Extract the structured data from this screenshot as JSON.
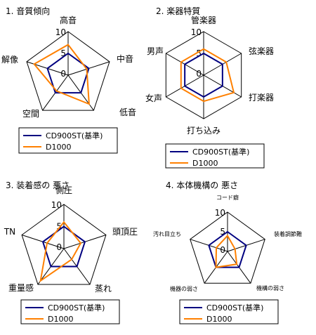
{
  "chart_data": [
    {
      "type": "radar",
      "title": "1. 音質傾向",
      "axes": [
        "高音",
        "中音",
        "低音",
        "空間",
        "解像"
      ],
      "rlim": [
        0,
        10
      ],
      "tick_labels": [
        "0",
        "5",
        "10"
      ],
      "grid": true,
      "legend_position": "bottom",
      "series": [
        {
          "name": "CD900ST(基準)",
          "color": "#000080",
          "values": [
            5,
            5,
            5,
            5,
            5
          ]
        },
        {
          "name": "D1000",
          "color": "#ff8000",
          "values": [
            7,
            4.5,
            8.2,
            4.5,
            8.2
          ]
        }
      ]
    },
    {
      "type": "radar",
      "title": "2. 楽器特質",
      "axes": [
        "管楽器",
        "弦楽器",
        "打楽器",
        "打ち込み",
        "女声",
        "男声"
      ],
      "rlim": [
        0,
        10
      ],
      "tick_labels": [
        "0",
        "5",
        "10"
      ],
      "grid": true,
      "legend_position": "bottom",
      "series": [
        {
          "name": "CD900ST(基準)",
          "color": "#000080",
          "values": [
            5,
            5,
            5,
            5,
            5,
            5
          ]
        },
        {
          "name": "D1000",
          "color": "#ff8000",
          "values": [
            6,
            6,
            8,
            6,
            6,
            6
          ]
        }
      ]
    },
    {
      "type": "radar",
      "title": "3. 装着感の 悪さ",
      "axes": [
        "側圧",
        "頭頂圧",
        "蒸れ",
        "重量感",
        "TN"
      ],
      "rlim": [
        0,
        10
      ],
      "tick_labels": [
        "0",
        "5",
        "10"
      ],
      "grid": true,
      "legend_position": "bottom",
      "series": [
        {
          "name": "CD900ST(基準)",
          "color": "#000080",
          "values": [
            5,
            5,
            5,
            5,
            5
          ]
        },
        {
          "name": "D1000",
          "color": "#ff8000",
          "values": [
            6,
            4,
            3,
            9,
            4
          ]
        }
      ]
    },
    {
      "type": "radar",
      "title": "4. 本体機構の 悪さ",
      "axes": [
        "コード癖",
        "装着調節難",
        "機構の弱さ",
        "機器の弱さ",
        "汚れ目立ち"
      ],
      "rlim": [
        0,
        10
      ],
      "tick_labels": [
        "0",
        "5",
        "10"
      ],
      "grid": true,
      "legend_position": "bottom",
      "series": [
        {
          "name": "CD900ST(基準)",
          "color": "#000080",
          "values": [
            5,
            5,
            5,
            5,
            5
          ]
        },
        {
          "name": "D1000",
          "color": "#ff8000",
          "values": [
            4,
            2,
            4,
            5,
            3
          ]
        }
      ]
    }
  ]
}
